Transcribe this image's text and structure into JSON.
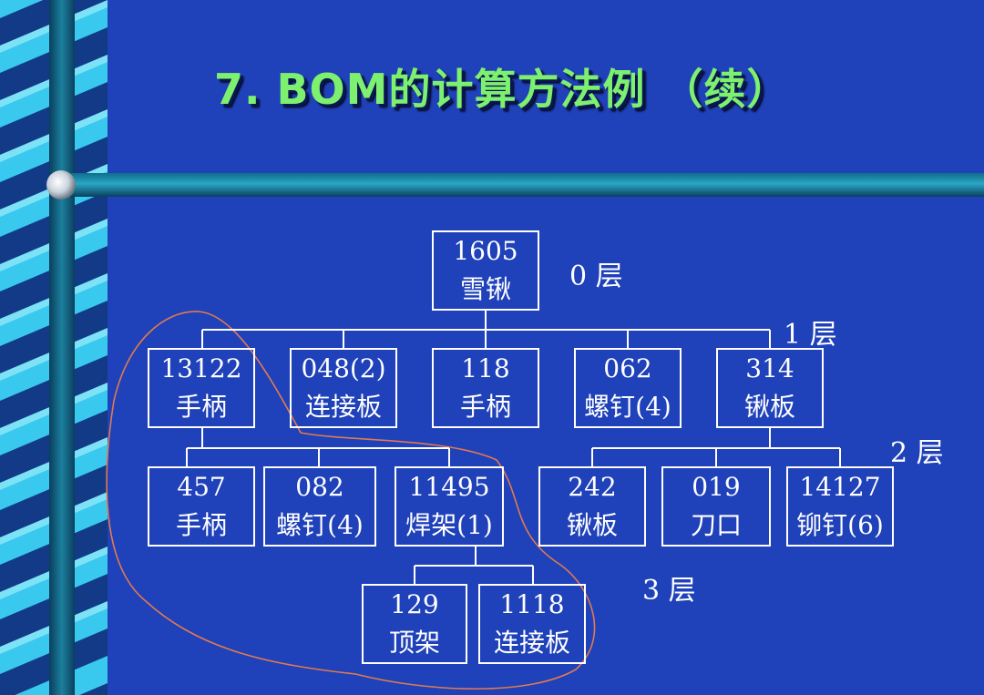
{
  "slide": {
    "title": "7. BOM的计算方法例 （续）"
  },
  "levels": [
    "0 层",
    "1 层",
    "2 层",
    "3 层"
  ],
  "tree": {
    "root": {
      "code": "1605",
      "name": "雪锹"
    },
    "level1": [
      {
        "code": "13122",
        "name": "手柄"
      },
      {
        "code": "048(2)",
        "name": "连接板"
      },
      {
        "code": "118",
        "name": "手柄"
      },
      {
        "code": "062",
        "name": "螺钉(4)"
      },
      {
        "code": "314",
        "name": "锹板"
      }
    ],
    "level2_under_13122": [
      {
        "code": "457",
        "name": "手柄"
      },
      {
        "code": "082",
        "name": "螺钉(4)"
      },
      {
        "code": "11495",
        "name": "焊架(1)"
      }
    ],
    "level2_under_314": [
      {
        "code": "242",
        "name": "锹板"
      },
      {
        "code": "019",
        "name": "刀口"
      },
      {
        "code": "14127",
        "name": "铆钉(6)"
      }
    ],
    "level3_under_11495": [
      {
        "code": "129",
        "name": "顶架"
      },
      {
        "code": "1118",
        "name": "连接板"
      }
    ]
  },
  "colors": {
    "background": "#1f41b9",
    "title": "#7df06f",
    "lines": "#ffffff",
    "highlight_curve": "#e07a50"
  }
}
